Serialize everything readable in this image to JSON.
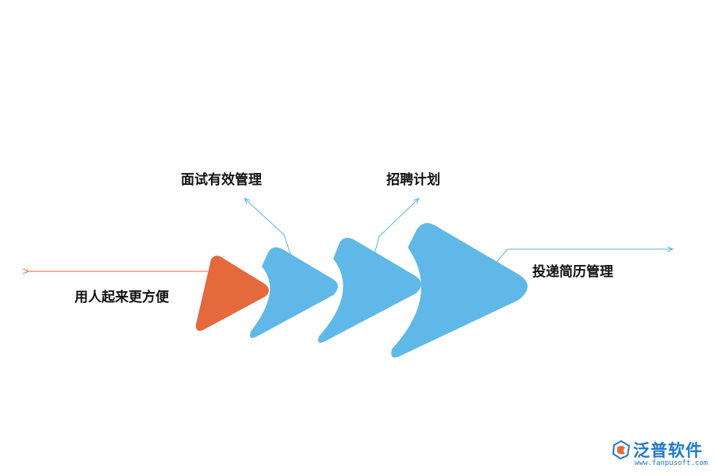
{
  "labels": {
    "left": "用人起来更方便",
    "step1": "面试有效管理",
    "step2": "招聘计划",
    "step3": "投递简历管理"
  },
  "logo": {
    "name": "泛普软件",
    "url": "www.fanpusoft.com"
  },
  "colors": {
    "orange": "#e4693d",
    "blue": "#5fb8e8",
    "orange_line": "#e4693d",
    "blue_line": "#5fb0e0",
    "logo_blue": "#1f78c8"
  }
}
